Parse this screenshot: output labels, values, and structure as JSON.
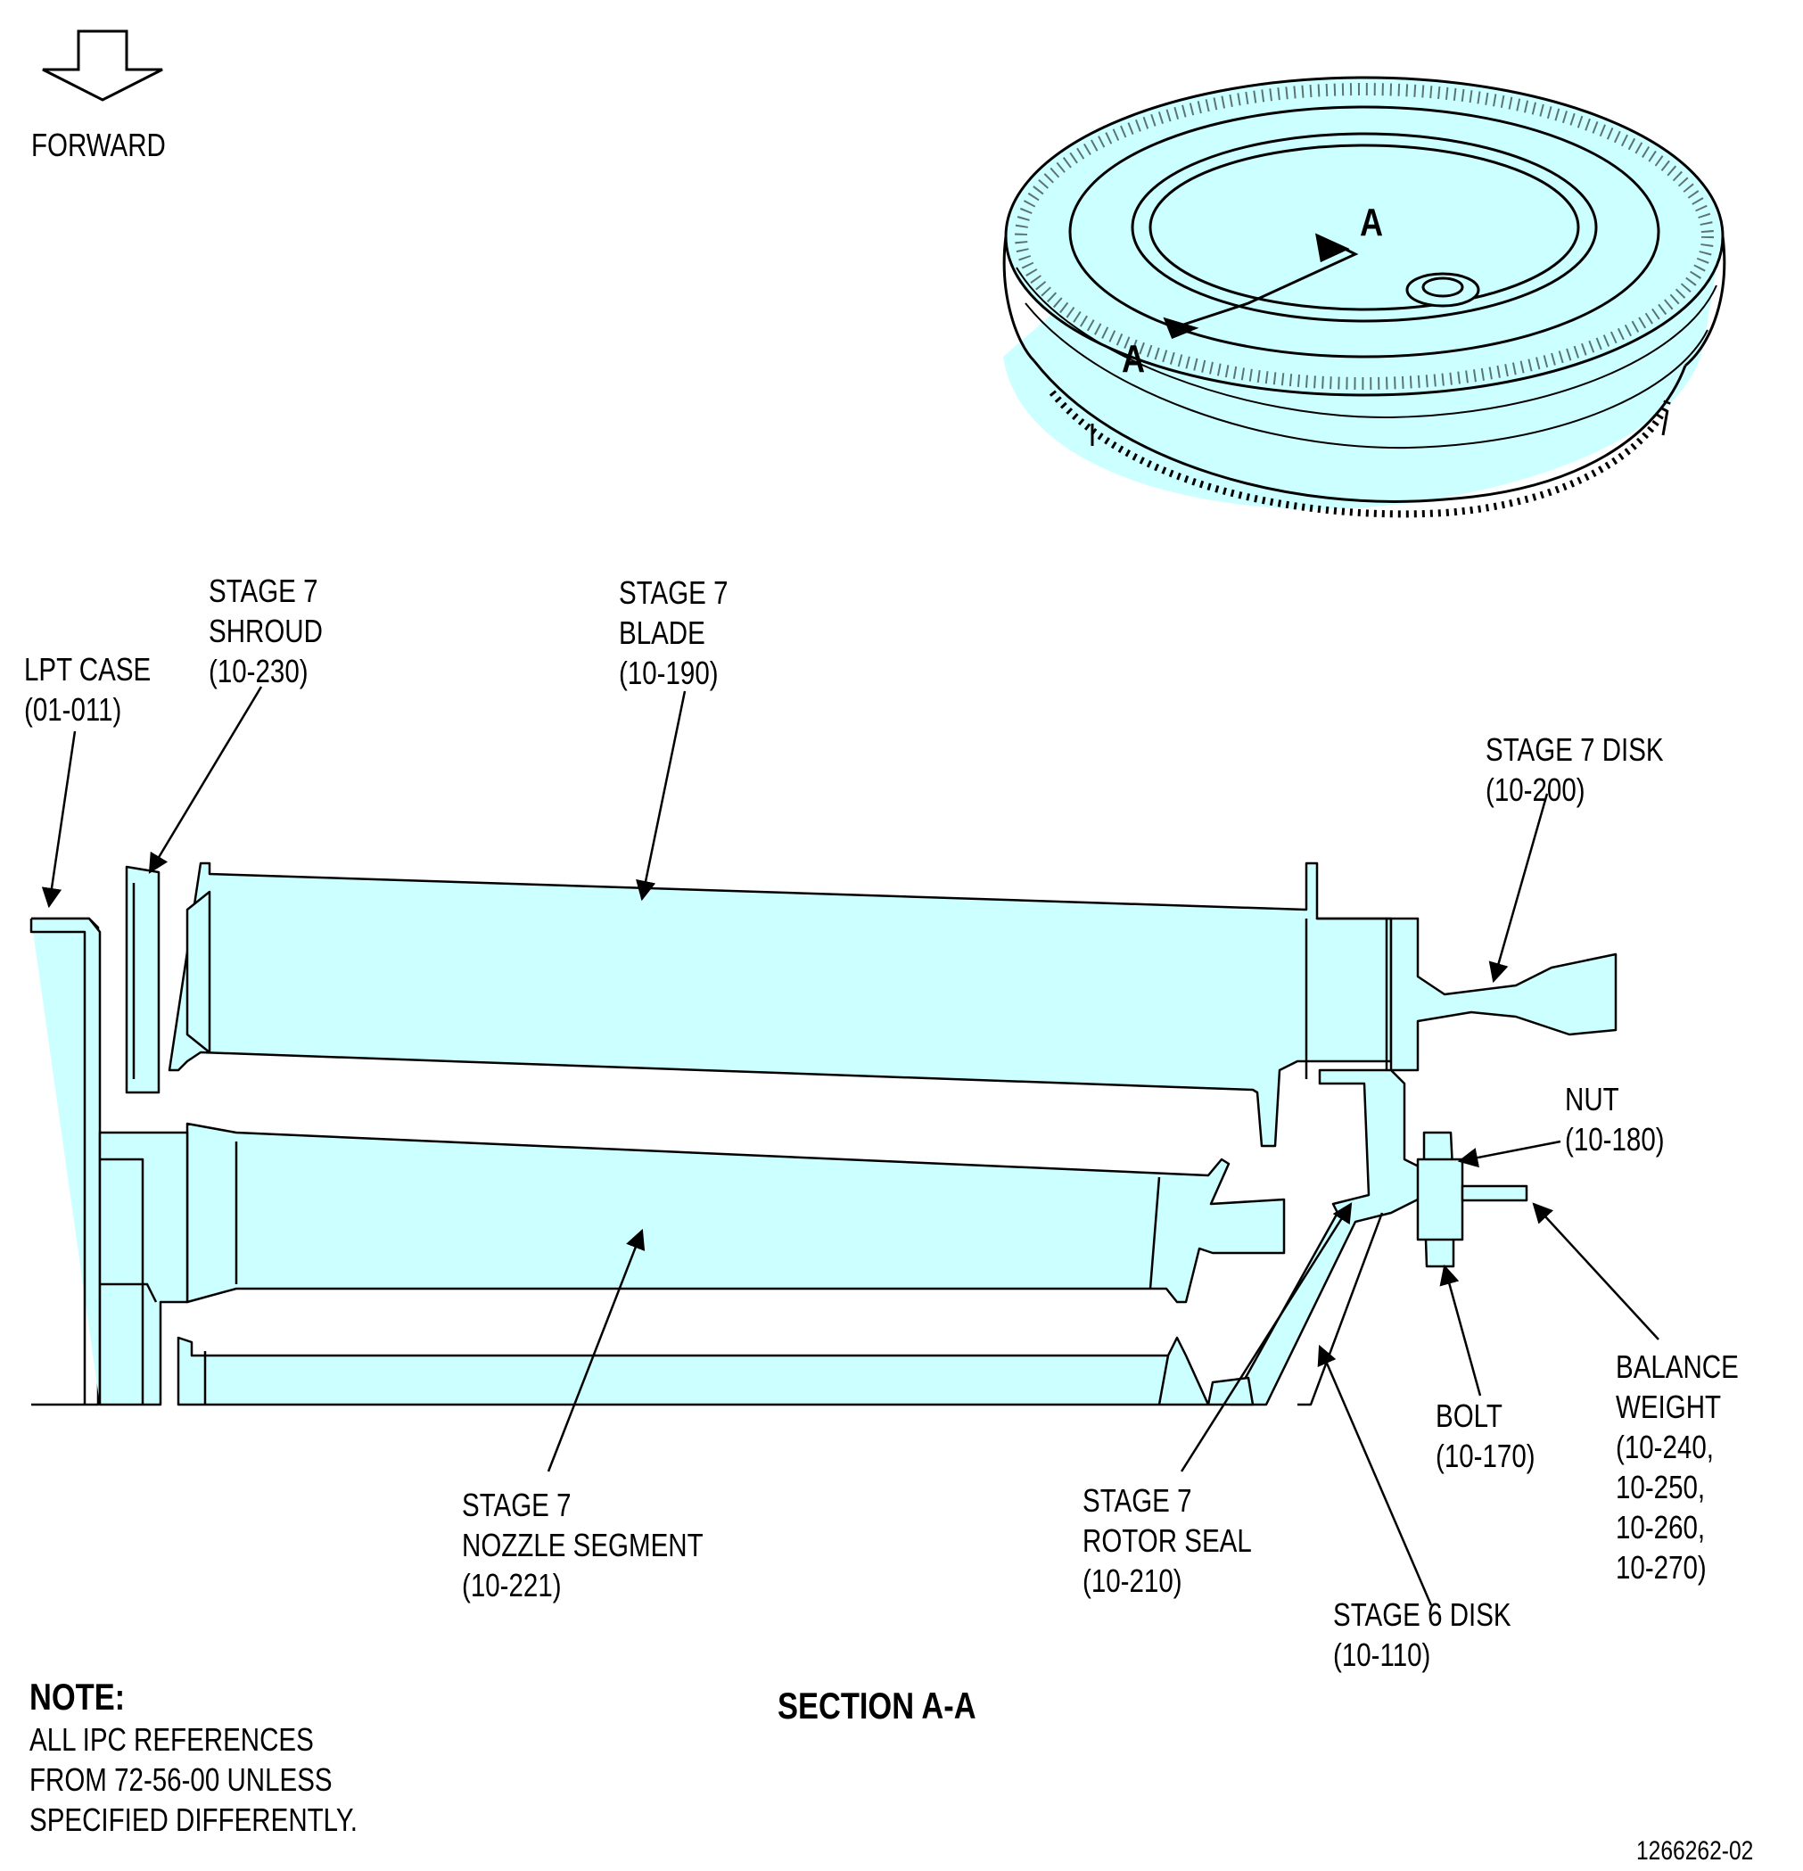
{
  "forward_label": "FORWARD",
  "section_marker": "A",
  "labels": {
    "lpt_case": "LPT CASE\n(01-011)",
    "stage7_shroud": "STAGE 7\nSHROUD\n(10-230)",
    "stage7_blade": "STAGE 7\nBLADE\n(10-190)",
    "stage7_disk": "STAGE 7 DISK\n(10-200)",
    "nut": "NUT\n(10-180)",
    "balance_weight": "BALANCE\nWEIGHT\n(10-240,\n10-250,\n10-260,\n10-270)",
    "bolt": "BOLT\n(10-170)",
    "stage7_nozzle_segment": "STAGE 7\nNOZZLE SEGMENT\n(10-221)",
    "stage7_rotor_seal": "STAGE 7\nROTOR SEAL\n(10-210)",
    "stage6_disk": "STAGE 6 DISK\n(10-110)"
  },
  "section_title": "SECTION A-A",
  "note": {
    "title": "NOTE:",
    "text": "ALL IPC REFERENCES\nFROM 72-56-00 UNLESS\nSPECIFIED DIFFERENTLY."
  },
  "figure_number": "1266262-02",
  "colors": {
    "part_fill": "#ccffff",
    "line": "#000000"
  }
}
